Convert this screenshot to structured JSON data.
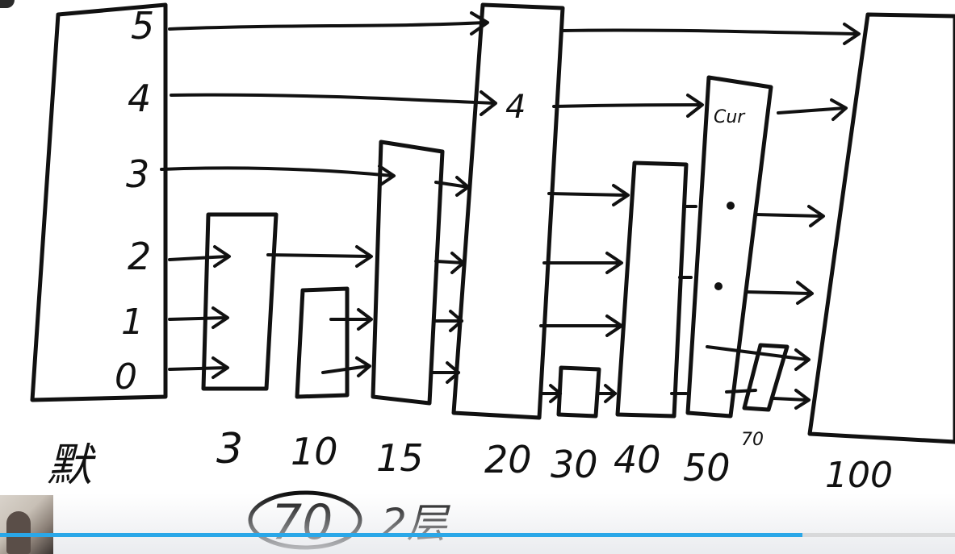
{
  "diagram": {
    "level_labels": [
      "5",
      "4",
      "3",
      "2",
      "1",
      "0"
    ],
    "node_labels": [
      "默",
      "3",
      "10",
      "15",
      "20",
      "30",
      "40",
      "50",
      "70",
      "100"
    ],
    "inline_labels": {
      "level4_mark": "4",
      "cur_mark": "Cur"
    },
    "bottom_note": {
      "circled": "70",
      "suffix": "2层"
    }
  },
  "player": {
    "progress_fraction": 0.84
  }
}
